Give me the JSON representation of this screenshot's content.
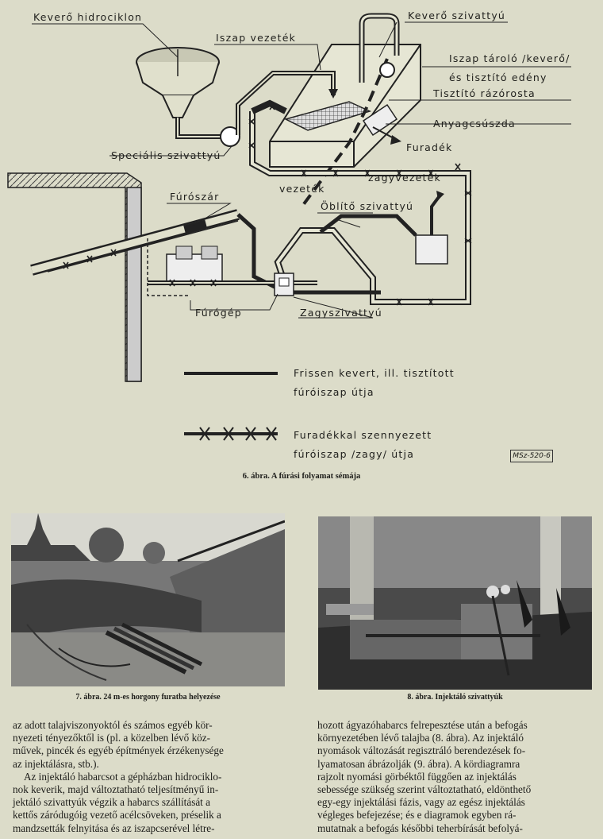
{
  "figure6": {
    "labels": {
      "kevero_hidrociklon": "Keverő hidrociklon",
      "kevero_szivattyu": "Keverő szivattyú",
      "iszap_vezetek": "Iszap vezeték",
      "iszap_tarolo_1": "Iszap tároló /keverő/",
      "iszap_tarolo_2": "és tisztító edény",
      "tisztito_razorosta": "Tisztító rázórosta",
      "anyagcsuszda": "Anyagcsúszda",
      "specialis_szivattyu": "Speciális szivattyú",
      "furadek": "Furadék",
      "zagyvezetek": "zagyvezeték",
      "vezetek": "vezeték",
      "furoszar": "Fúrószár",
      "oblito_szivattyu": "Öblítő szivattyú",
      "furogep": "Fúrógép",
      "zagyszivattyu": "Zagyszivattyú"
    },
    "legend": {
      "fresh_1": "Frissen kevert, ill. tisztított",
      "fresh_2": "fúróiszap útja",
      "dirty_1": "Furadékkal szennyezett",
      "dirty_2": "fúróiszap /zagy/ útja"
    },
    "stamp": "MSz-520-6",
    "caption": "6. ábra. A fúrási folyamat sémája"
  },
  "figure7": {
    "caption": "7. ábra. 24 m-es horgony furatba helyezése"
  },
  "figure8": {
    "caption": "8. ábra. Injektáló szivattyúk"
  },
  "body_text": {
    "left": [
      "az adott talajviszonyoktól és számos egyéb kör-",
      "nyezeti tényezőktől is (pl. a közelben lévő köz-",
      "művek, pincék és egyéb építmények érzékenysége",
      "az injektálásra, stb.).",
      "Az injektáló habarcsot a gépházban hidrociklo-",
      "nok keverik, majd változtatható teljesítményű in-",
      "jektáló szivattyúk végzik a habarcs szállítását a",
      "kettős záródugóig vezető acélcsöveken, préselik a",
      "mandzsetták felnyitása és az iszapcserével létre-"
    ],
    "right": [
      "hozott ágyazóhabarcs felrepesztése után a befogás",
      "környezetében lévő talajba (8. ábra). Az injektáló",
      "nyomások változását regisztráló berendezések fo-",
      "lyamatosan ábrázolják (9. ábra). A kördiagramra",
      "rajzolt nyomási görbéktől függően az injektálás",
      "sebessége szükség szerint változtatható, eldönthető",
      "egy-egy injektálási fázis, vagy az egész injektálás",
      "végleges befejezése; és e diagramok egyben rá-",
      "mutatnak a befogás későbbi teherbírását befolyá-"
    ]
  }
}
